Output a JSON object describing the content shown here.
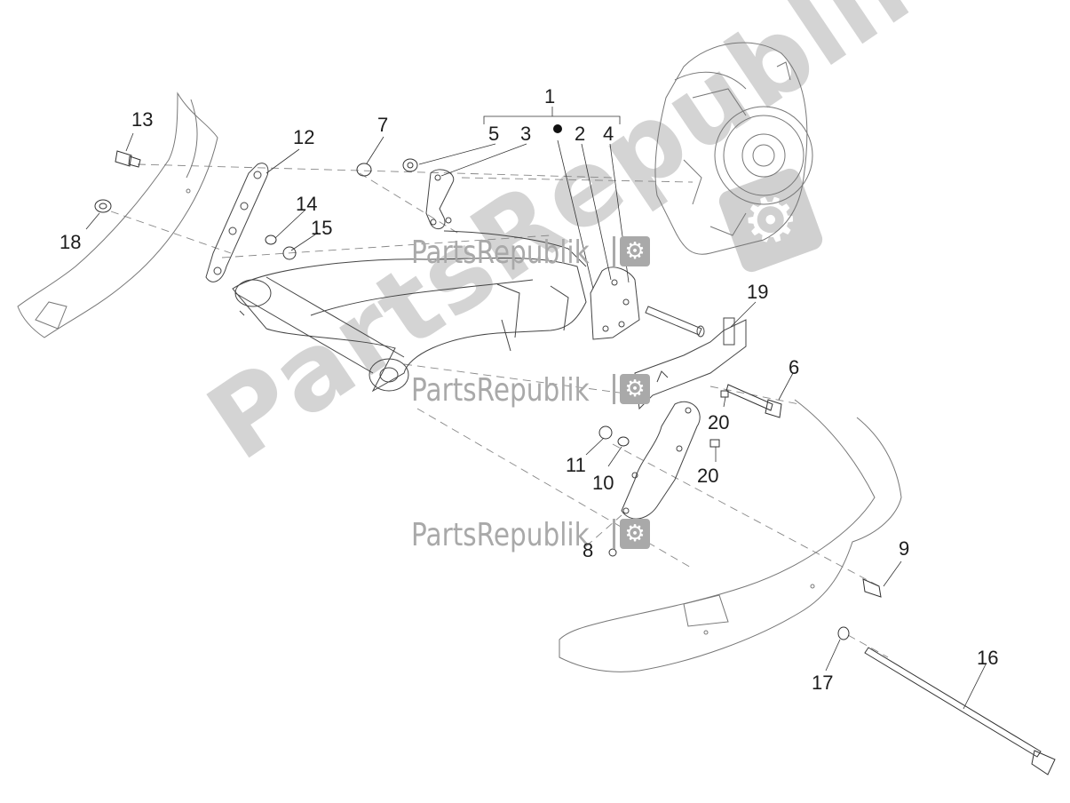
{
  "diagram": {
    "labels": {
      "l1": "1",
      "l2": "2",
      "l3": "3",
      "l4": "4",
      "l5": "5",
      "l6": "6",
      "l7": "7",
      "l8": "8",
      "l9": "9",
      "l10": "10",
      "l11": "11",
      "l12": "12",
      "l13": "13",
      "l14": "14",
      "l15": "15",
      "l16": "16",
      "l17": "17",
      "l18": "18",
      "l19": "19",
      "l20a": "20",
      "l20b": "20"
    },
    "watermark": {
      "brand": "PartsRepublik",
      "small_top": "PartsRepublik",
      "small_mid": "PartsRepublik",
      "small_bot": "PartsRepublik",
      "gear_icon": "gear-icon"
    },
    "colors": {
      "line": "#555555",
      "watermark": "#d4d4d4",
      "watermark_small": "#a9a9a9",
      "text": "#1c1c1c"
    }
  }
}
